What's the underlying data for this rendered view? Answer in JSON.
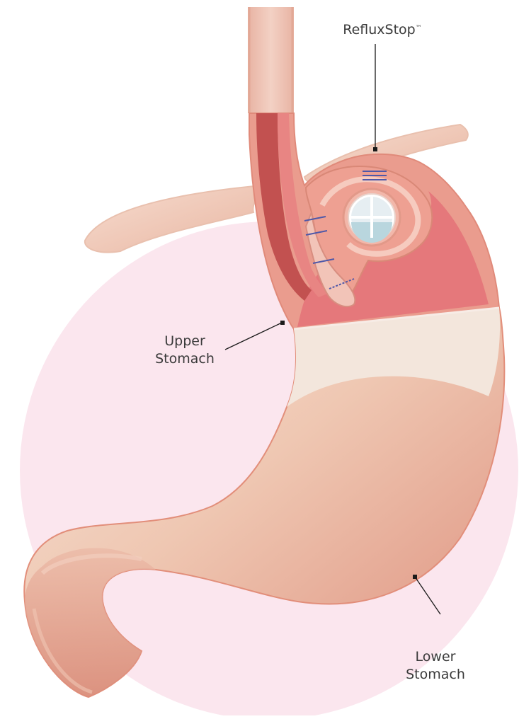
{
  "labels": {
    "refluxstop": {
      "name": "RefluxStop",
      "mark": "™"
    },
    "upper_stomach": {
      "line1": "Upper",
      "line2": "Stomach"
    },
    "lower_stomach": {
      "line1": "Lower",
      "line2": "Stomach"
    }
  },
  "colors": {
    "background_circle": "#fbe6ee",
    "stomach_outer": "#e9b39e",
    "stomach_light": "#f4d8c6",
    "stomach_inner_wall": "#e07a74",
    "stomach_cavity": "#e8807a",
    "esophagus_lumen": "#c5504e",
    "device_glass": "#e6eef2",
    "device_fluid": "#b9d6de",
    "suture": "#4f58a8",
    "leader_line": "#1a1a1a"
  }
}
